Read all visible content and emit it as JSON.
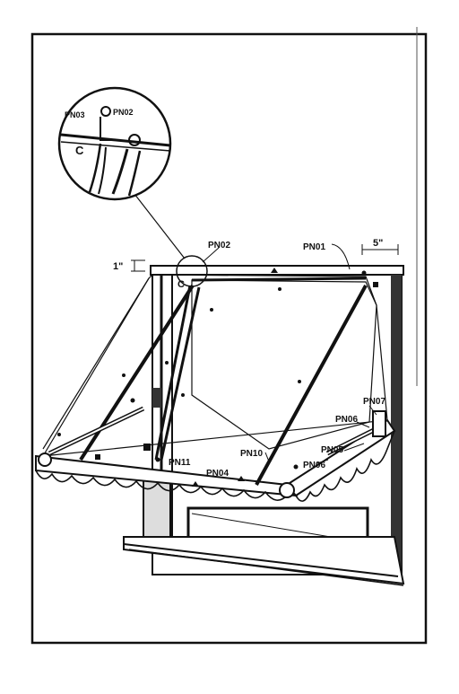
{
  "diagram": {
    "detail_labels": {
      "pn03": "PN03",
      "pn02": "PN02",
      "c": "C"
    },
    "part_labels": {
      "pn02": "PN02",
      "pn01": "PN01",
      "pn07": "PN07",
      "pn06_upper": "PN06",
      "pn05": "PN05",
      "pn06_lower": "PN06",
      "pn10": "PN10",
      "pn04": "PN04",
      "pn11": "PN11",
      "c": "C"
    },
    "dimensions": {
      "top_offset": "1\"",
      "side_offset": "5\""
    }
  }
}
